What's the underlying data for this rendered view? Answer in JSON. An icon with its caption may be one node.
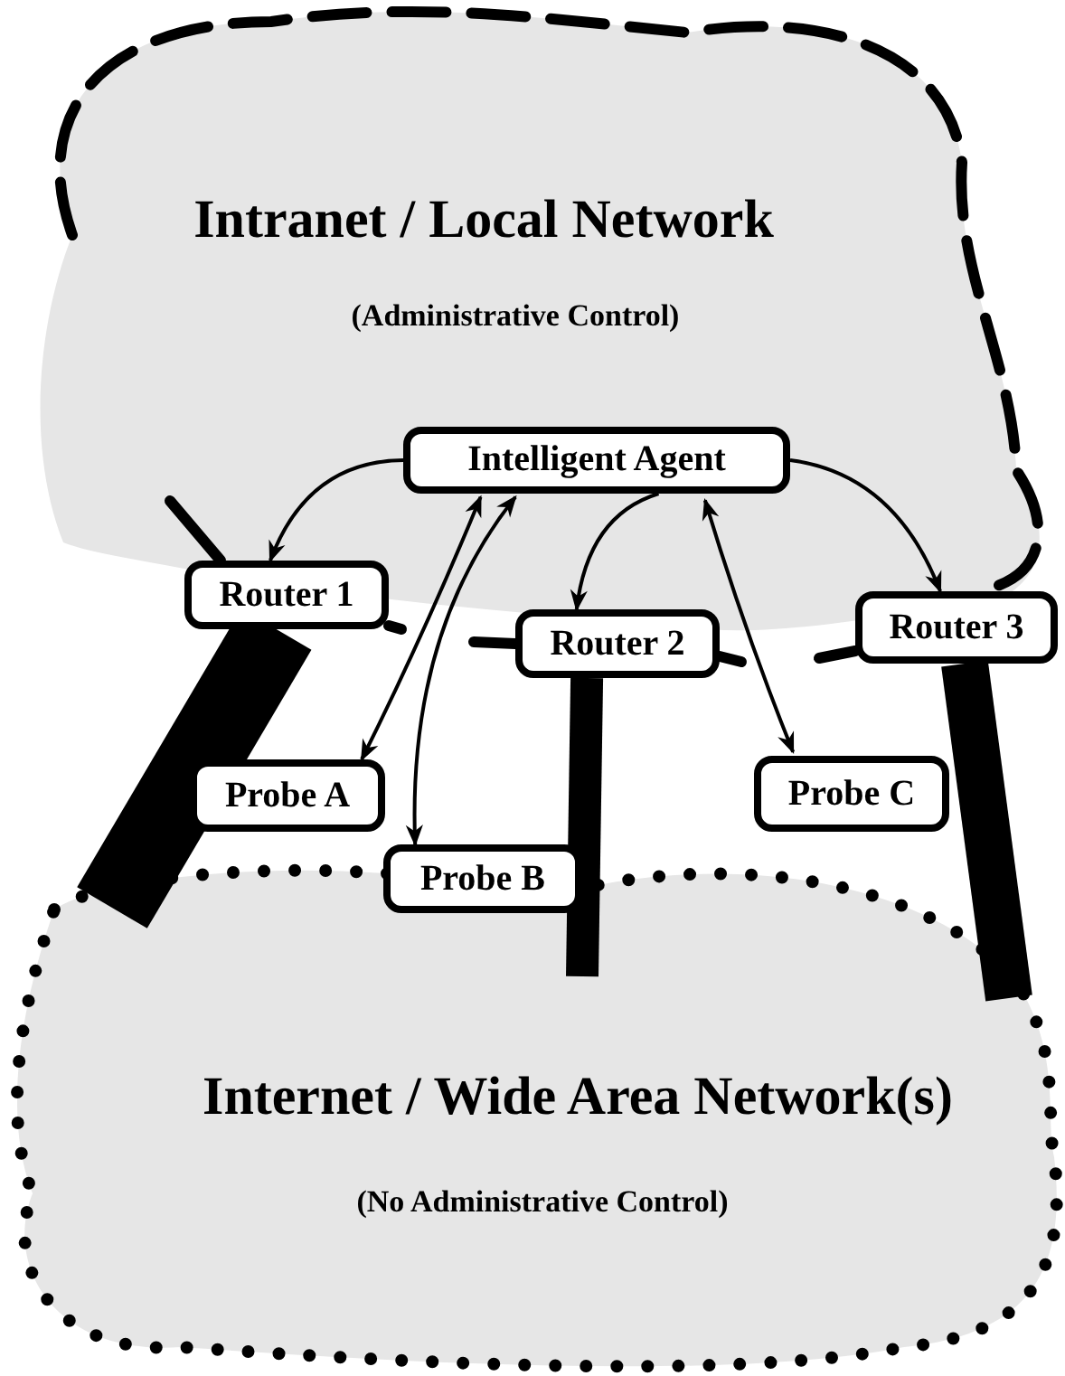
{
  "diagram": {
    "nodes": [
      {
        "text": [
          "Intranet / Local Network",
          "(Administrative Control)"
        ]
      },
      {
        "text": [
          "Intelligent Agent"
        ],
        "in": 0
      },
      {
        "text": [
          "Router 1"
        ]
      },
      {
        "text": [
          "Router 2"
        ]
      },
      {
        "text": [
          "Router 3"
        ]
      },
      {
        "text": [
          "Probe A"
        ]
      },
      {
        "text": [
          "Probe B"
        ]
      },
      {
        "text": [
          "Probe C"
        ]
      },
      {
        "text": [
          "Internet / Wide Area Network(s)",
          "(No Administrative Control)"
        ]
      }
    ],
    "edges": [
      {
        "from": 1,
        "to": 2,
        "arrow": "to"
      },
      {
        "from": 1,
        "to": 3,
        "arrow": "to"
      },
      {
        "from": 1,
        "to": 4,
        "arrow": "to"
      },
      {
        "from": 1,
        "to": 5,
        "arrow": "both"
      },
      {
        "from": 1,
        "to": 6,
        "arrow": "both"
      },
      {
        "from": 1,
        "to": 7,
        "arrow": "both"
      },
      {
        "from": 2,
        "to": 8,
        "arrow": "none",
        "style": "thick"
      },
      {
        "from": 3,
        "to": 8,
        "arrow": "none",
        "style": "thick"
      },
      {
        "from": 4,
        "to": 8,
        "arrow": "none",
        "style": "thick"
      }
    ]
  }
}
